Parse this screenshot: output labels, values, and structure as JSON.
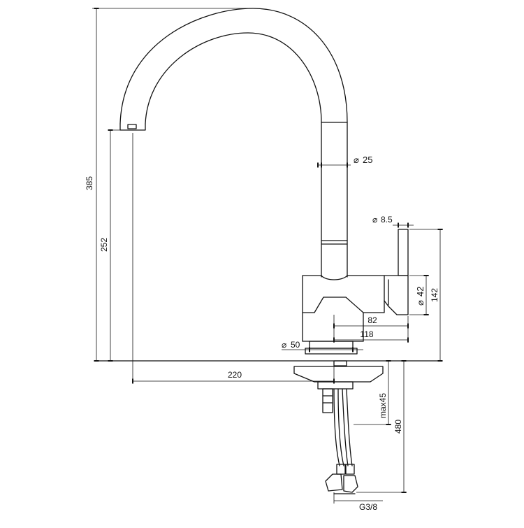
{
  "dimensions": {
    "overall_height": "385",
    "spout_outlet_height": "252",
    "spout_reach": "220",
    "spout_diameter": "25",
    "lever_diameter": "8.5",
    "lever_height": "142",
    "body_diameter": "42",
    "body_length_a": "82",
    "body_length_b": "118",
    "base_diameter": "50",
    "max_counter_thickness": "max45",
    "hose_length": "480",
    "thread": "G3/8"
  },
  "symbols": {
    "diameter": "⌀"
  }
}
